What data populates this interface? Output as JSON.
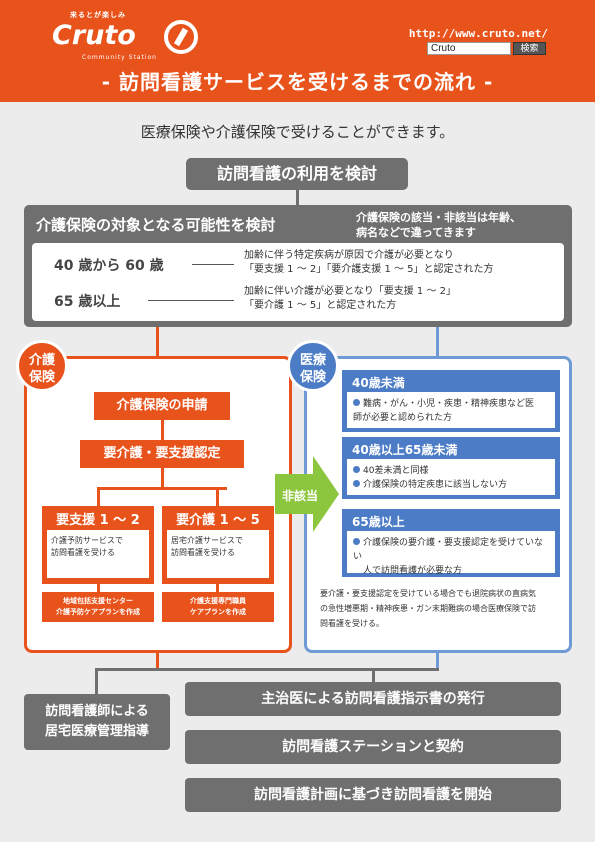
{
  "header": {
    "logo_tagline": "来るとが楽しみ",
    "logo_name": "Cruto",
    "logo_sub": "Community Station",
    "url": "http://www.cruto.net/",
    "search_value": "Cruto",
    "search_button": "検索",
    "title": "- 訪問看護サービスを受けるまでの流れ -",
    "bg_color": "#e8531c"
  },
  "subtitle": "医療保険や介護保険で受けることができます。",
  "consider": "訪問看護の利用を検討",
  "kaigo_eligibility": {
    "title": "介護保険の対象となる可能性を検討",
    "note_line1": "介護保険の該当・非該当は年齢、",
    "note_line2": "病名などで違ってきます",
    "rows": [
      {
        "age": "40 歳から 60 歳",
        "desc_line1": "加齢に伴う特定疾病が原因で介護が必要となり",
        "desc_line2": "「要支援 1 〜 2」「要介護支援 1 〜 5」と認定された方"
      },
      {
        "age": "65 歳以上",
        "desc_line1": "加齢に伴い介護が必要となり「要支援 1 〜 2」",
        "desc_line2": "「要介護 1 〜 5」と認定された方"
      }
    ]
  },
  "kaigo_insurance": {
    "circle_line1": "介護",
    "circle_line2": "保険",
    "apply": "介護保険の申請",
    "certification": "要介護・要支援認定",
    "cards": [
      {
        "title": "要支援 1 〜 2",
        "body_line1": "介護予防サービスで",
        "body_line2": "訪問看護を受ける",
        "foot_line1": "地域包括支援センター",
        "foot_line2": "介護予防ケアプランを作成"
      },
      {
        "title": "要介護 1 〜 5",
        "body_line1": "居宅介護サービスで",
        "body_line2": "訪問看護を受ける",
        "foot_line1": "介護支援専門職員",
        "foot_line2": "ケアプランを作成"
      }
    ],
    "color": "#e8531c"
  },
  "not_applicable": "非該当",
  "iryo_insurance": {
    "circle_line1": "医療",
    "circle_line2": "保険",
    "cards": [
      {
        "title": "40歳未満",
        "line1": "難病・がん・小児・疾患・精神疾患など医",
        "line2": "師が必要と認められた方"
      },
      {
        "title": "40歳以上65歳未満",
        "line1": "40差未満と同様",
        "line2": "介護保険の特定疾患に該当しない方"
      },
      {
        "title": "65歳以上",
        "line1": "介護保険の要介護・要支援認定を受けていない",
        "line2": "人で訪問看護が必要な方"
      }
    ],
    "note_line1": "要介護・要支援認定を受けている場合でも退院病状の直病気",
    "note_line2": "の急性増悪期・精神疾患・ガン末期難病の場合医療保険で訪",
    "note_line3": "問看護を受ける。",
    "color": "#4c7cc6"
  },
  "steps": {
    "doctor_order": "主治医による訪問看護指示書の発行",
    "contract": "訪問看護ステーションと契約",
    "start": "訪問看護計画に基づき訪問看護を開始",
    "nurse_line1": "訪問看護師による",
    "nurse_line2": "居宅医療管理指導"
  }
}
